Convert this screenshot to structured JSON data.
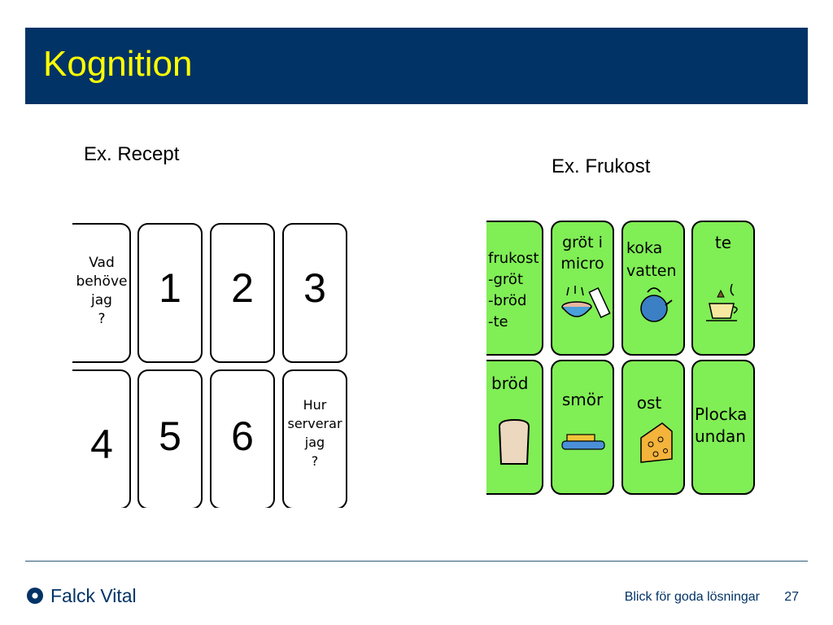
{
  "slide": {
    "title": "Kognition",
    "captions": {
      "recept": "Ex. Recept",
      "frukost": "Ex. Frukost"
    },
    "recept_cards": [
      {
        "text": "Vad\nbehöve\njag\n?"
      },
      {
        "text": "1"
      },
      {
        "text": "2"
      },
      {
        "text": "3"
      },
      {
        "text": "4"
      },
      {
        "text": "5"
      },
      {
        "text": "6"
      },
      {
        "text": "Hur\nserverar\njag\n?"
      }
    ],
    "frukost_cards": [
      {
        "text": "frukost\n-gröt\n-bröd\n-te",
        "icon": "none"
      },
      {
        "text": "gröt i\nmicro",
        "icon": "porridge-bowl-icon"
      },
      {
        "text": "koka\nvatten",
        "icon": "kettle-icon"
      },
      {
        "text": "te",
        "icon": "teacup-icon"
      },
      {
        "text": "bröd",
        "icon": "bread-slice-icon"
      },
      {
        "text": "smör",
        "icon": "butter-icon"
      },
      {
        "text": "ost",
        "icon": "cheese-icon"
      },
      {
        "text": "Plocka\nundan",
        "icon": "none"
      }
    ],
    "colors": {
      "title_bar": "#023366",
      "title_text": "#ffff00",
      "card_green": "#80ee55"
    }
  },
  "footer": {
    "brand": "Falck Vital",
    "tagline": "Blick för goda lösningar",
    "page_number": "27"
  }
}
